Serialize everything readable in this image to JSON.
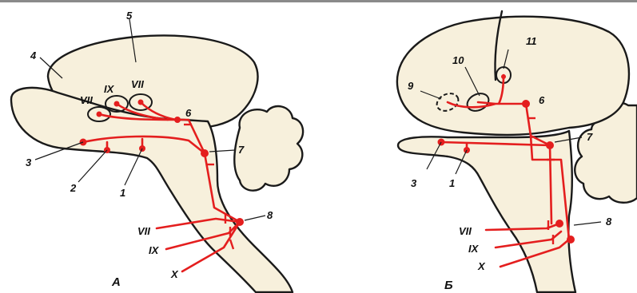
{
  "panel_a": {
    "title": "А",
    "labels": {
      "n1": "1",
      "n2": "2",
      "n3": "3",
      "n4": "4",
      "n5": "5",
      "n6": "6",
      "n7": "7",
      "n8": "8",
      "vii_left": "VII",
      "ix_top": "IX",
      "vii_top": "VII",
      "vii_nerve": "VII",
      "ix_nerve": "IX",
      "x_nerve": "X"
    }
  },
  "panel_b": {
    "title": "Б",
    "labels": {
      "n1": "1",
      "n3": "3",
      "n6": "6",
      "n7": "7",
      "n8": "8",
      "n9": "9",
      "n10": "10",
      "n11": "11",
      "vii_nerve": "VII",
      "ix_nerve": "IX",
      "x_nerve": "X"
    }
  },
  "colors": {
    "pathway": "#e41e1e",
    "outline": "#1a1a1a",
    "tissue": "#f7f0dc"
  }
}
